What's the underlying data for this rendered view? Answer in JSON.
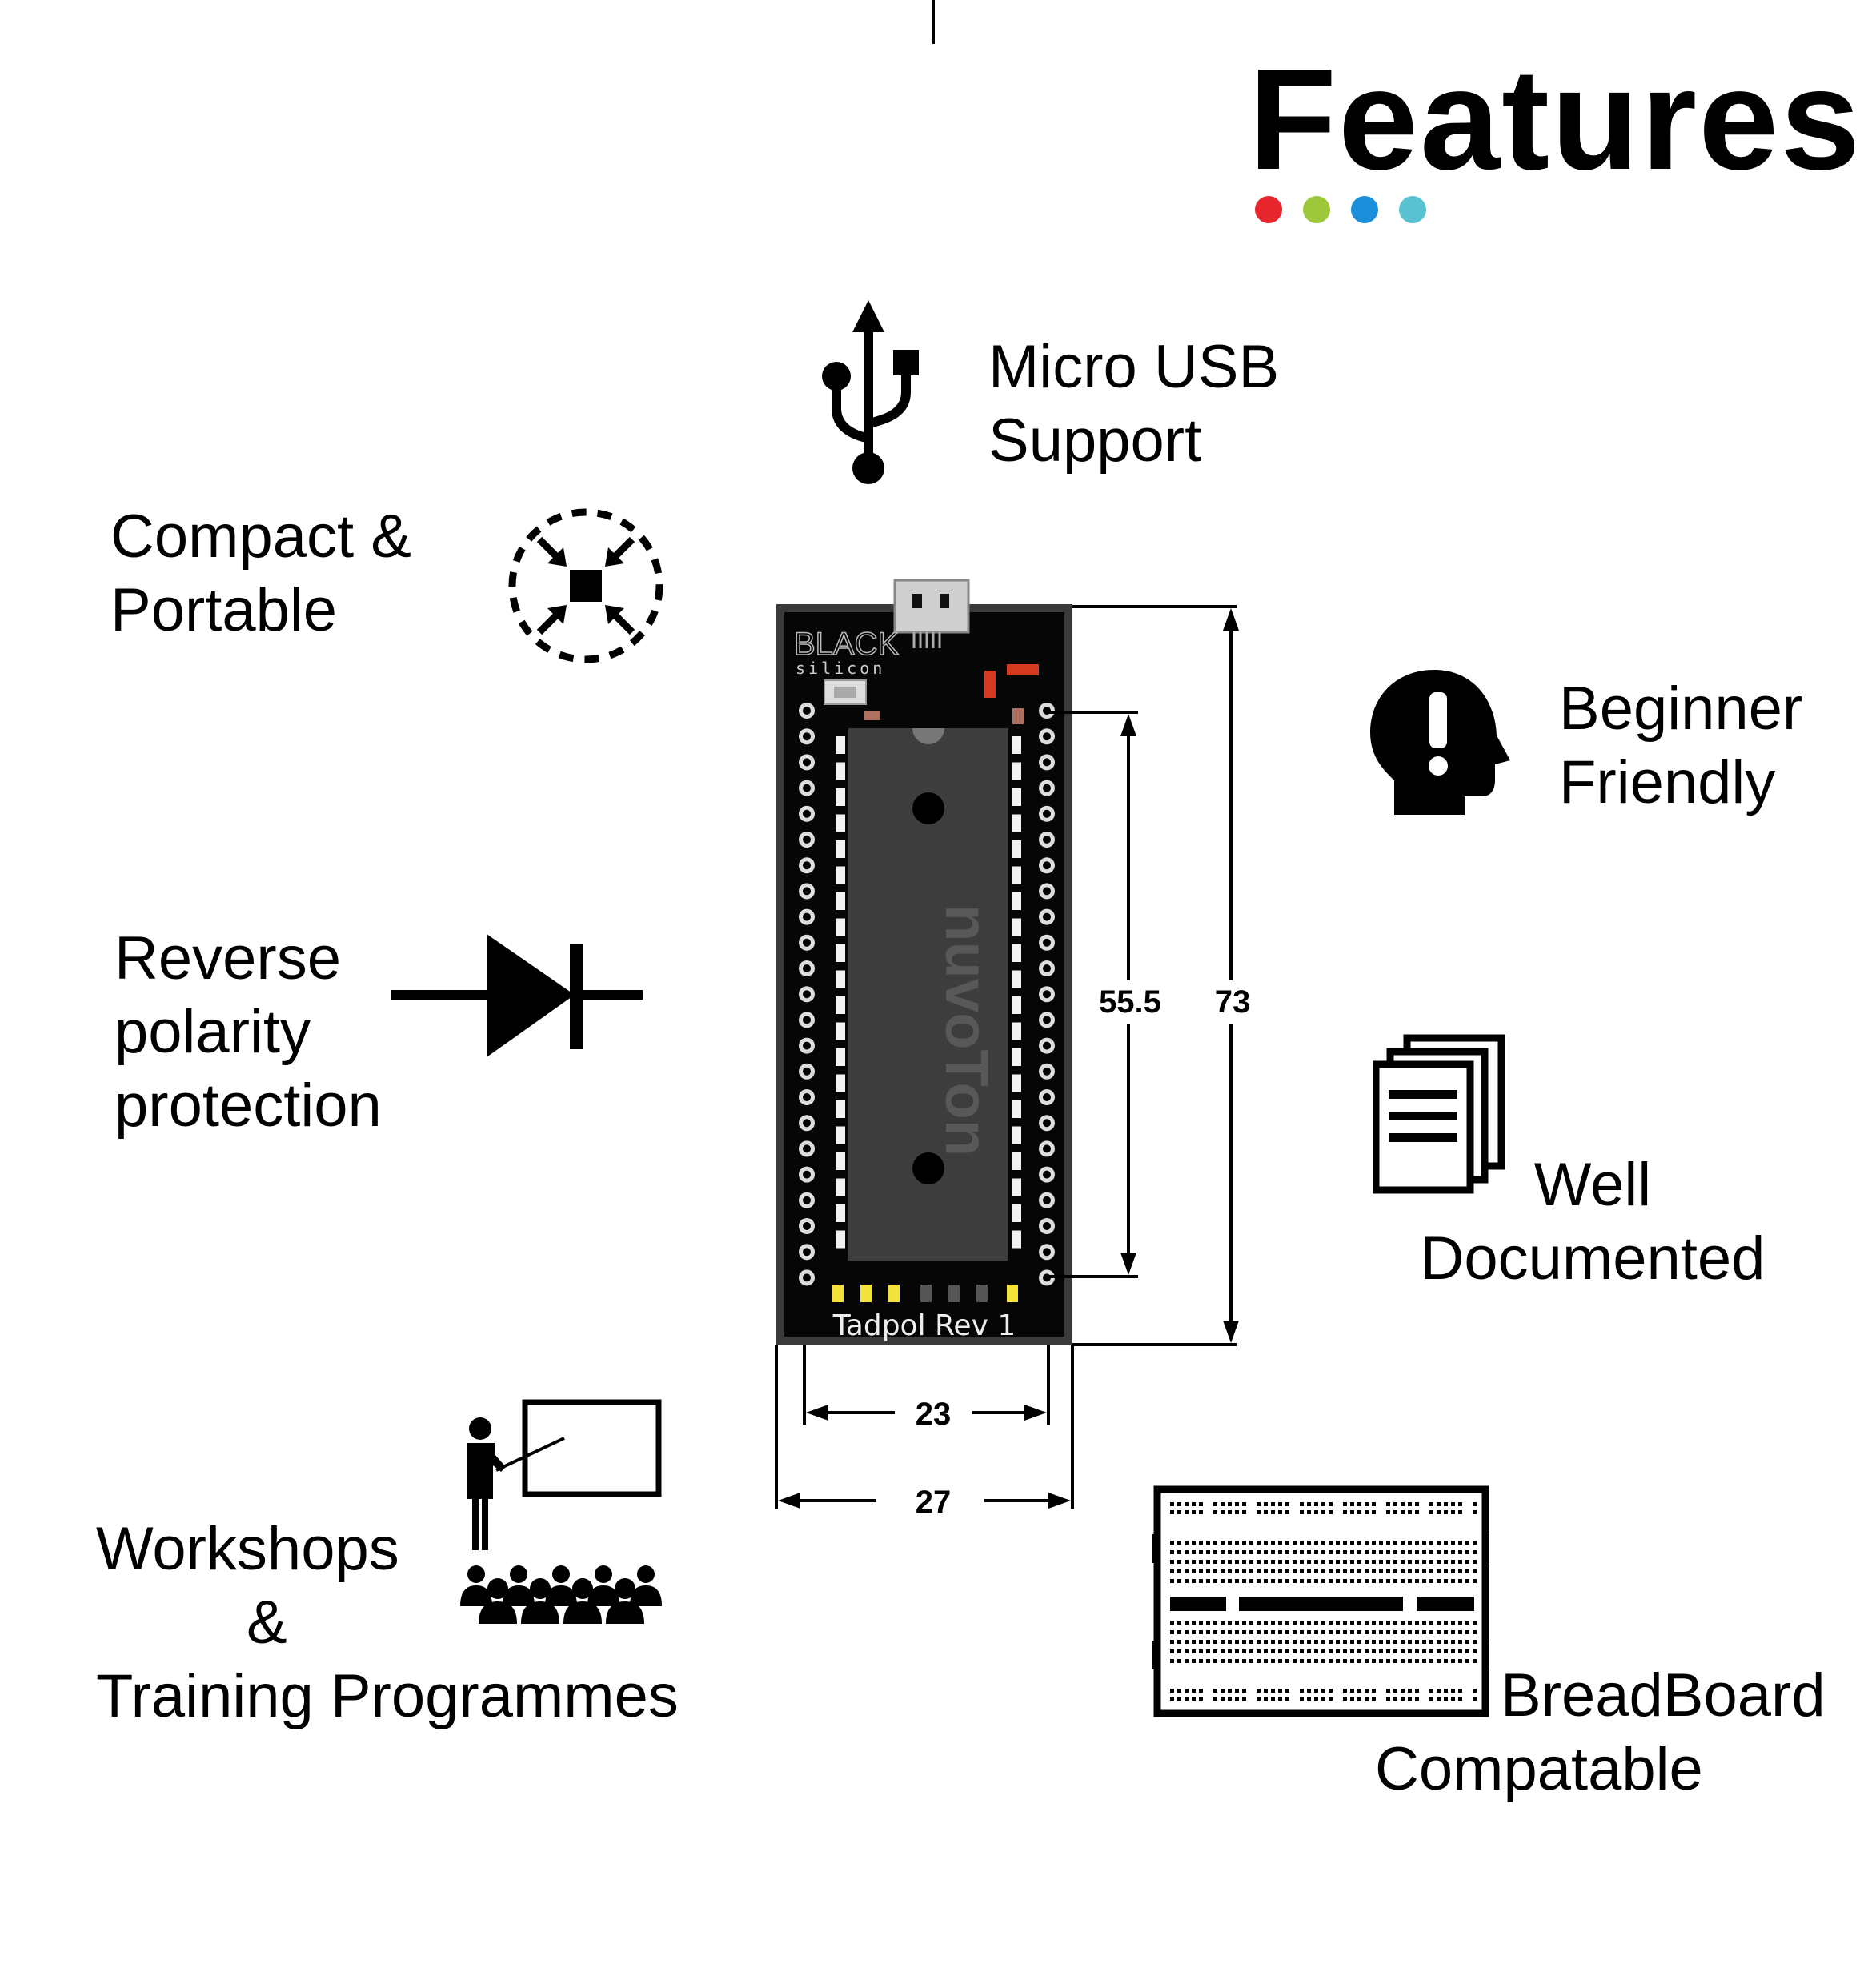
{
  "page": {
    "title": "Features",
    "dot_colors": [
      "#e8262d",
      "#9cc83a",
      "#1b8fd9",
      "#59c2d1"
    ]
  },
  "features": {
    "micro_usb": {
      "line1": "Micro USB",
      "line2": "Support",
      "icon": "usb-icon"
    },
    "compact": {
      "line1": "Compact &",
      "line2": "Portable",
      "icon": "compress-icon"
    },
    "beginner": {
      "line1": "Beginner",
      "line2": "Friendly",
      "icon": "head-exclamation-icon"
    },
    "reverse": {
      "line1": "Reverse",
      "line2": "polarity",
      "line3": "protection",
      "icon": "diode-icon"
    },
    "documented": {
      "line1": "Well",
      "line2": "Documented",
      "icon": "documents-icon"
    },
    "workshops": {
      "line1": "Workshops",
      "line2": "&",
      "line3": "Training Programmes",
      "icon": "presentation-icon"
    },
    "breadboard": {
      "line1": "BreadBoard",
      "line2": "Compatable",
      "icon": "breadboard-icon"
    }
  },
  "board": {
    "brand_top": "BLACK",
    "brand_bottom": "silicon",
    "chip_label": "nuvoTon",
    "board_label": "Tadpol Rev 1"
  },
  "dimensions": {
    "inner_height": "55.5",
    "outer_height": "73",
    "inner_width": "23",
    "outer_width": "27"
  }
}
